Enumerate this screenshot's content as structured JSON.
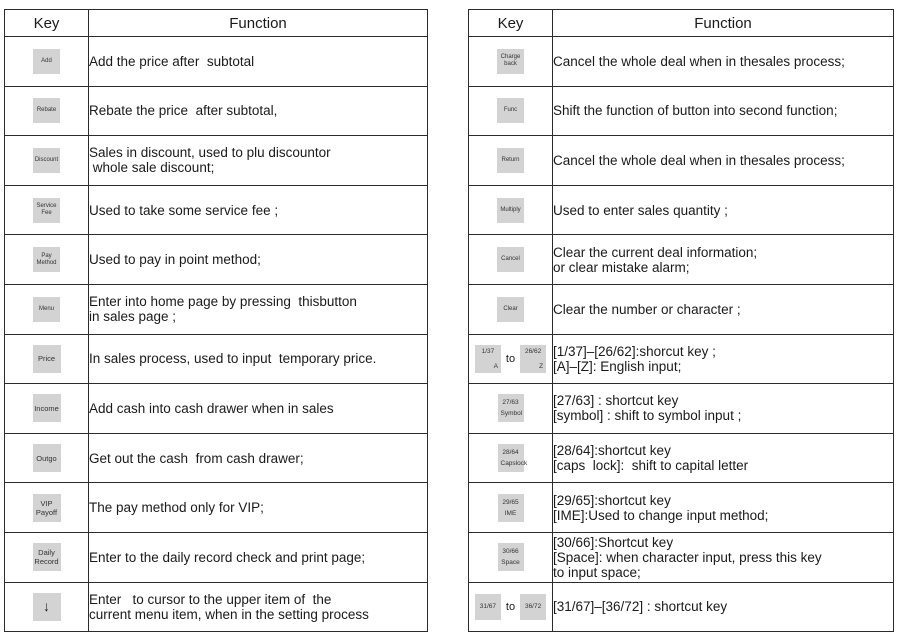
{
  "left": {
    "header_key": "Key",
    "header_function": "Function",
    "rows": [
      {
        "key": [
          "Add"
        ],
        "fn": [
          "Add the price after  subtotal"
        ]
      },
      {
        "key": [
          "Rebate"
        ],
        "fn": [
          "Rebate the price  after subtotal,"
        ]
      },
      {
        "key": [
          "Discount"
        ],
        "fn": [
          "Sales in discount, used to plu discountor",
          " whole sale discount;"
        ]
      },
      {
        "key": [
          "Service",
          "Fee"
        ],
        "fn": [
          "Used to take some service fee ;"
        ]
      },
      {
        "key": [
          "Pay",
          "Method"
        ],
        "fn": [
          "Used to pay in point method;"
        ]
      },
      {
        "key": [
          "Menu"
        ],
        "fn": [
          "Enter into home page by pressing  thisbutton",
          "in sales page ;"
        ]
      },
      {
        "key": [
          "Price"
        ],
        "fn": [
          "In sales process, used to input  temporary price."
        ]
      },
      {
        "key": [
          "Income"
        ],
        "fn": [
          "Add cash into cash drawer when in sales"
        ]
      },
      {
        "key": [
          "Outgo"
        ],
        "fn": [
          "Get out the cash  from cash drawer;"
        ]
      },
      {
        "key": [
          "VIP",
          "Payoff"
        ],
        "fn": [
          "The pay method only for VIP;"
        ]
      },
      {
        "key": [
          "Daily",
          "Record"
        ],
        "fn": [
          "Enter to the daily record check and print page;"
        ]
      },
      {
        "key": [
          "↓"
        ],
        "icon": "down-arrow-icon",
        "fn": [
          "Enter   to cursor to the upper item of  the",
          "current menu item, when in the setting process"
        ]
      }
    ]
  },
  "right": {
    "header_key": "Key",
    "header_function": "Function",
    "rows": [
      {
        "key": [
          "Charge",
          "back"
        ],
        "fn": [
          "Cancel the whole deal when in thesales process;"
        ]
      },
      {
        "key": [
          "Func"
        ],
        "fn": [
          "Shift the function of button into second function;"
        ]
      },
      {
        "key": [
          "Return"
        ],
        "fn": [
          "Cancel the whole deal when in thesales process;"
        ]
      },
      {
        "key": [
          "Multiply"
        ],
        "fn": [
          "Used to enter sales quantity ;"
        ]
      },
      {
        "key": [
          "Cancel"
        ],
        "fn": [
          "Clear the current deal information;",
          "or clear mistake alarm;"
        ]
      },
      {
        "key": [
          "Clear"
        ],
        "fn": [
          "Clear the number or character ;"
        ]
      },
      {
        "pair": {
          "a_top": "1/37",
          "a_bot": "A",
          "to": "to",
          "b_top": "26/62",
          "b_bot": "Z"
        },
        "fn": [
          "[1/37]–[26/62]:shorcut key ;",
          "[A]–[Z]: English input;"
        ]
      },
      {
        "key": [
          "27/63",
          "Symbol"
        ],
        "fn": [
          "[27/63] : shortcut key",
          "[symbol] : shift to symbol input ;"
        ]
      },
      {
        "key": [
          "28/64",
          "Capslock"
        ],
        "fn": [
          "[28/64]:shortcut key",
          "[caps  lock]:  shift to capital letter"
        ]
      },
      {
        "key": [
          "29/65",
          "IME"
        ],
        "fn": [
          "[29/65]:shortcut key",
          "[IME]:Used to change input method;"
        ]
      },
      {
        "key": [
          "30/66",
          "Space"
        ],
        "fn": [
          "[30/66]:Shortcut key",
          "[Space]: when character input, press this key",
          "to input space;"
        ]
      },
      {
        "pair": {
          "a_top": "31/67",
          "a_bot": "",
          "to": "to",
          "b_top": "36/72",
          "b_bot": ""
        },
        "fn": [
          "[31/67]–[36/72] : shortcut key"
        ]
      }
    ]
  }
}
